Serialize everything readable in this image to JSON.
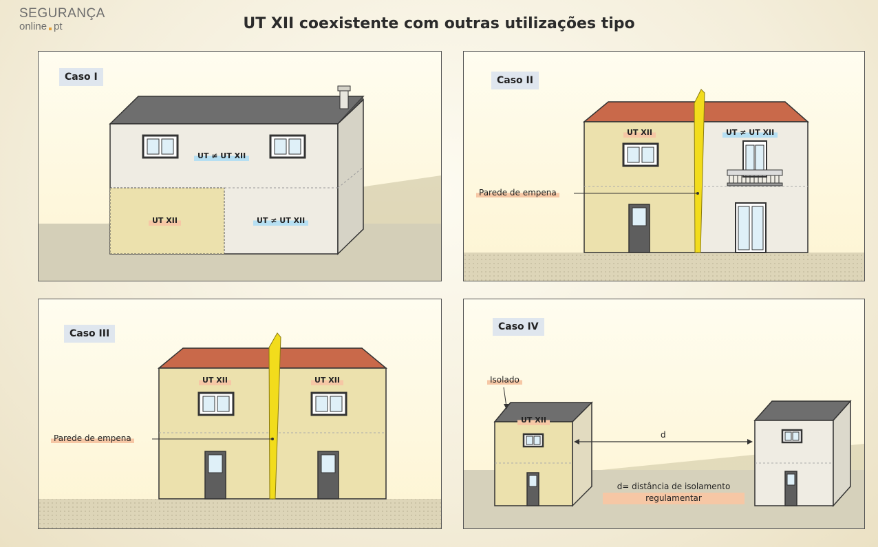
{
  "logo": {
    "line1": "SEGURANÇA",
    "line2a": "online",
    "line2b": "pt"
  },
  "title": "UT XII coexistente com outras utilizações tipo",
  "panels": {
    "caso1": {
      "label": "Caso I",
      "tag_upper": "UT ≠ UT XII",
      "tag_lower_left": "UT XII",
      "tag_lower_right": "UT ≠ UT XII"
    },
    "caso2": {
      "label": "Caso II",
      "tag_left": "UT XII",
      "tag_right": "UT ≠ UT XII",
      "wall": "Parede de empena"
    },
    "caso3": {
      "label": "Caso III",
      "tag_left": "UT XII",
      "tag_right": "UT XII",
      "wall": "Parede de empena"
    },
    "caso4": {
      "label": "Caso IV",
      "isolated": "Isolado",
      "tag": "UT XII",
      "distance": "d",
      "note_line1": "d= distância de isolamento",
      "note_line2": "regulamentar"
    }
  },
  "colors": {
    "roof_tile": "#c9694a",
    "roof_flat": "#6e6e6e",
    "wall_yellow": "#ece1ad",
    "wall_white": "#efece3",
    "firewall": "#f2dc1c"
  }
}
